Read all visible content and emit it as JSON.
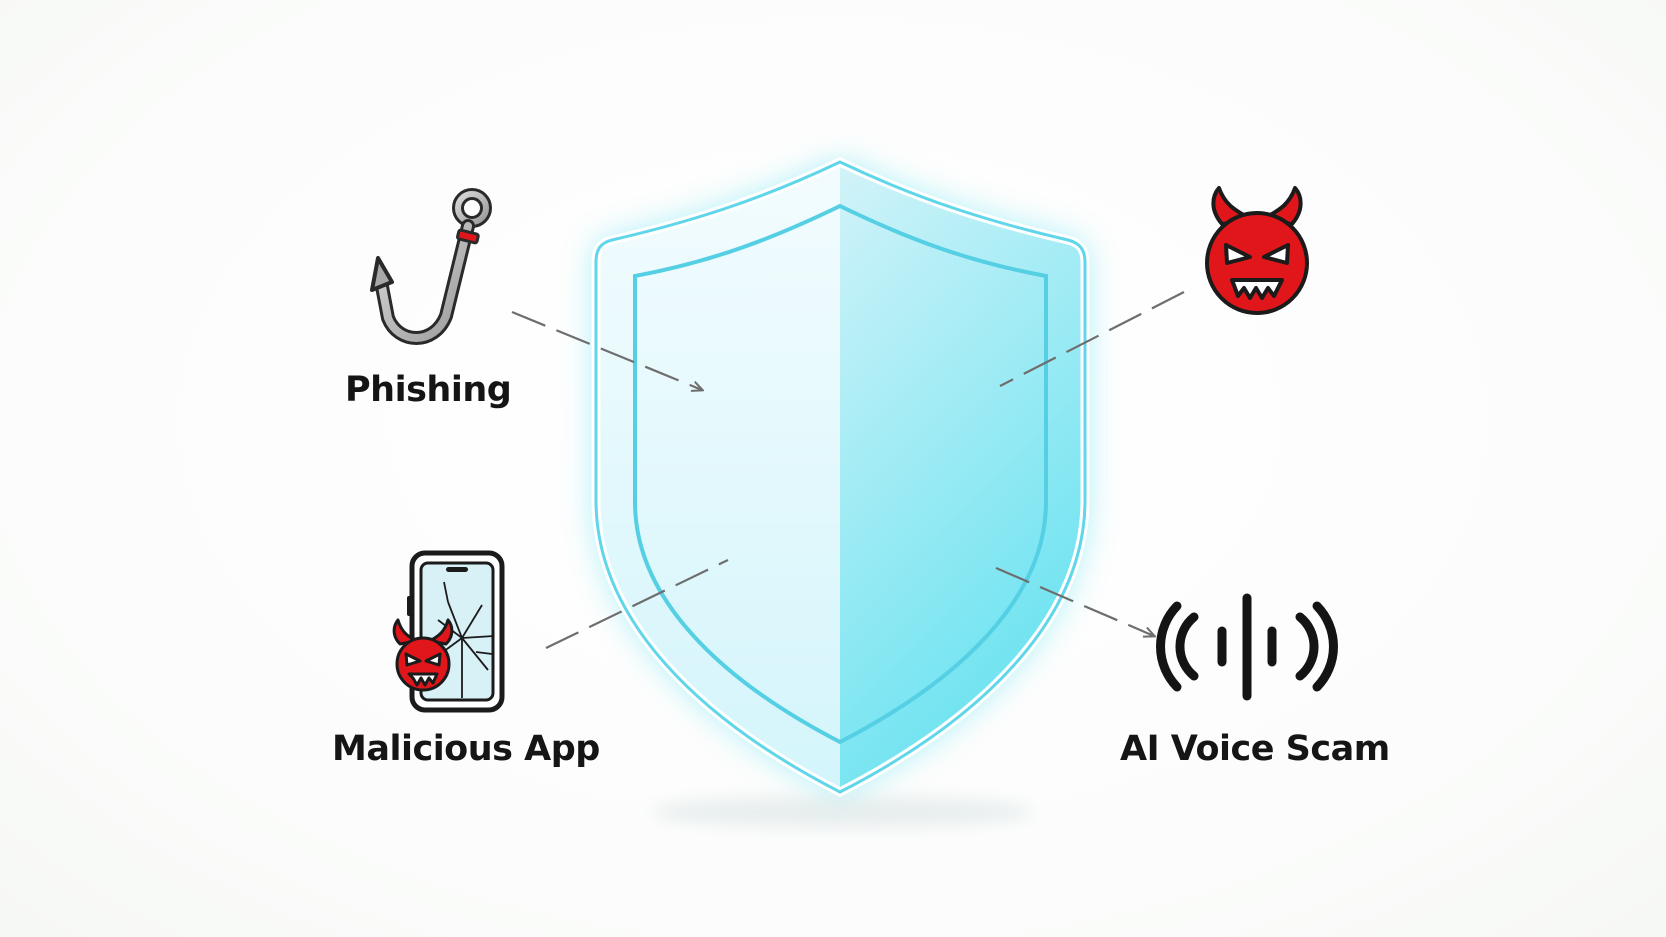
{
  "threats": {
    "phishing": {
      "label": "Phishing",
      "icon": "fishing-hook-icon"
    },
    "malicious_app": {
      "label": "Malicious App",
      "icon": "cracked-phone-devil-icon"
    },
    "ai_voice_scam": {
      "label": "AI Voice Scam",
      "icon": "sound-wave-icon"
    },
    "devil": {
      "label": "",
      "icon": "devil-face-icon"
    }
  },
  "shield": {
    "icon": "shield-icon",
    "color": "#5ed8ec"
  },
  "colors": {
    "threat_red": "#e0161b",
    "arrow_gray": "#6e6e6e",
    "text": "#151515"
  }
}
